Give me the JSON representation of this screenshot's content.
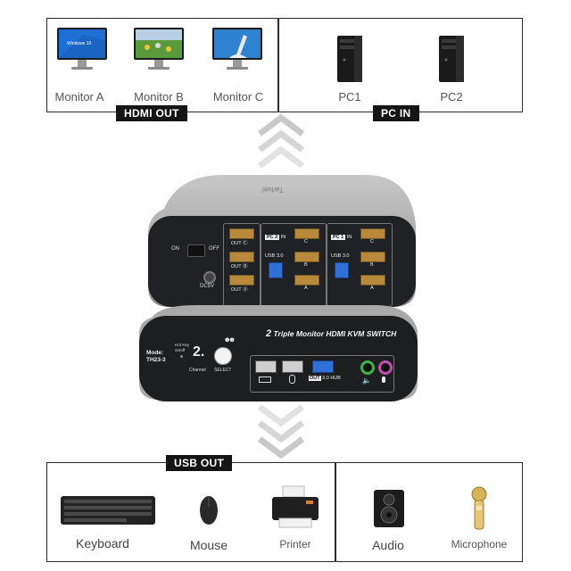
{
  "top_panel": {
    "hdmi_out_tag": "HDMI OUT",
    "pc_in_tag": "PC IN",
    "monitors": [
      {
        "label": "Monitor A",
        "screen": "Windows 10"
      },
      {
        "label": "Monitor B",
        "screen": ""
      },
      {
        "label": "Monitor C",
        "screen": ""
      }
    ],
    "pcs": [
      {
        "label": "PC1"
      },
      {
        "label": "PC2"
      }
    ]
  },
  "device_back": {
    "brand": "Tartvel",
    "on_label": "ON",
    "off_label": "OFF",
    "dc_label": "DC5V",
    "out_c": "OUT",
    "out_b": "OUT",
    "out_a": "OUT",
    "pc2_in": "PC 2",
    "pc1_in": "PC 1",
    "in_label": "IN",
    "usb_label_1": "USB 3.0",
    "usb_label_2": "USB 3.0",
    "port_c": "C",
    "port_b": "B",
    "port_a": "A"
  },
  "device_front": {
    "title_prefix": "2",
    "title_rest": "Triple Monitor HDMI KVM SWITCH",
    "model_label": "Mode:",
    "model_value": "TH23-3",
    "hotkey_label": "Hot Key",
    "hotkey_sub": "on/off",
    "channel_value": "2.",
    "channel_label": "Channel",
    "select_label": "SELECT",
    "select_badge_1": "1",
    "select_badge_2": "2",
    "out_label": "OUT",
    "hub_label": "3.0 HUB"
  },
  "bottom_panel": {
    "usb_out_tag": "USB OUT",
    "devices": [
      {
        "label": "Keyboard"
      },
      {
        "label": "Mouse"
      },
      {
        "label": "Printer"
      },
      {
        "label": "Audio"
      },
      {
        "label": "Microphone"
      }
    ]
  },
  "colors": {
    "frame": "#2b2b2b",
    "tag_bg": "#151515",
    "hdmi_gold": "#b8893a",
    "usb_blue": "#2f6fd6",
    "audio_green": "#3fb548",
    "mic_pink": "#c24fb7",
    "arrow_gray": "#d4d4d4"
  }
}
